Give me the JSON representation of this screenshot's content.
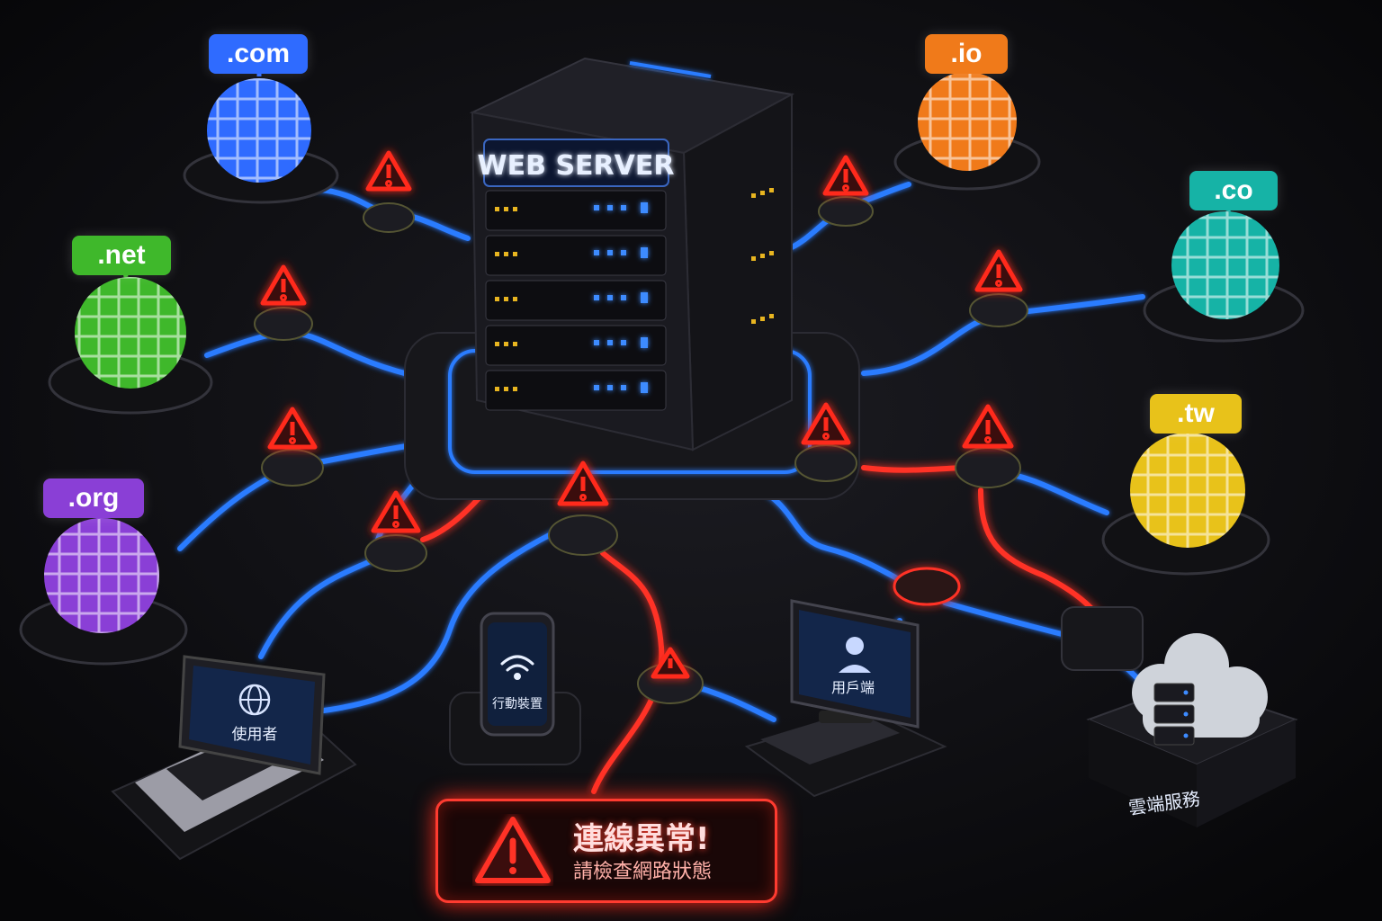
{
  "server": {
    "label": "WEB SERVER"
  },
  "domains": [
    {
      "label": ".com",
      "color": "#2f6bff"
    },
    {
      "label": ".net",
      "color": "#3fb82b"
    },
    {
      "label": ".org",
      "color": "#8a3fd6"
    },
    {
      "label": ".io",
      "color": "#f07a1a"
    },
    {
      "label": ".co",
      "color": "#16b3a6"
    },
    {
      "label": ".tw",
      "color": "#e8c21a"
    }
  ],
  "devices": {
    "laptop": {
      "label": "使用者"
    },
    "phone": {
      "label": "行動裝置"
    },
    "desktop": {
      "label": "用戶端"
    },
    "cloud": {
      "label": "雲端服務"
    }
  },
  "alert": {
    "title": "連線異常!",
    "message": "請檢查網路狀態"
  },
  "colors": {
    "link_ok": "#2a7cff",
    "link_error": "#ff3326",
    "warning": "#ff2a1a",
    "background": "#0b0b0e"
  }
}
